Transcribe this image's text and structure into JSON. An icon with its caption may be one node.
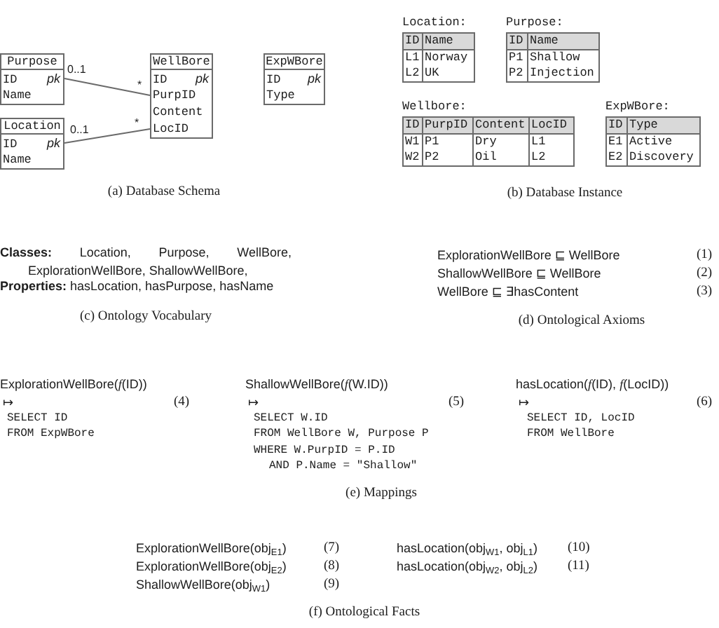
{
  "diagram": {
    "nodes": [
      {
        "text": [
          "Purpose",
          "ID",
          "pk",
          "Name"
        ]
      },
      {
        "text": [
          "WellBore",
          "ID",
          "pk",
          "PurpID",
          "Content",
          "LocID"
        ]
      },
      {
        "text": [
          "ExpWBore",
          "ID",
          "pk",
          "Type"
        ]
      },
      {
        "text": [
          "Location",
          "ID",
          "pk",
          "Name"
        ]
      },
      {
        "text": [
          "Location:",
          "ID",
          "Name",
          "L1",
          "Norway",
          "L2",
          "UK"
        ]
      },
      {
        "text": [
          "Purpose:",
          "ID",
          "Name",
          "P1",
          "Shallow",
          "P2",
          "Injection"
        ]
      },
      {
        "text": [
          "Wellbore:",
          "ID",
          "PurpID",
          "Content",
          "LocID",
          "W1",
          "P1",
          "Dry",
          "L1",
          "W2",
          "P2",
          "Oil",
          "L2"
        ]
      },
      {
        "text": [
          "ExpWBore:",
          "ID",
          "Type",
          "E1",
          "Active",
          "E2",
          "Discovery"
        ]
      }
    ],
    "edges": [
      {
        "from": 0,
        "to": 1,
        "arrow": "none"
      },
      {
        "from": 3,
        "to": 1,
        "arrow": "none"
      }
    ],
    "labels": [
      "0..1",
      "*",
      "0..1",
      "*",
      "(a) Database Schema",
      "(b) Database Instance",
      "**Classes:** Location, Purpose, WellBore, ExplorationWellBore, ShallowWellBore,",
      "**Properties:** hasLocation, hasPurpose, hasName",
      "(c) Ontology Vocabulary",
      "ExplorationWellBore ⊑ WellBore",
      "(1)",
      "ShallowWellBore ⊑ WellBore",
      "(2)",
      "WellBore ⊑ ∃hasContent",
      "(3)",
      "(d) Ontological Axioms",
      "ExplorationWellBore(*f*(ID))",
      "↦",
      "(4)",
      "SELECT ID",
      "FROM ExpWBore",
      "ShallowWellBore(*f*(W.ID))",
      "↦",
      "(5)",
      "SELECT W.ID",
      "FROM WellBore W, Purpose P",
      "WHERE W.PurpID = P.ID",
      "AND P.Name = \"Shallow\"",
      "hasLocation(*f*(ID), *f*(LocID))",
      "↦",
      "(6)",
      "SELECT ID, LocID",
      "FROM WellBore",
      "(e) Mappings",
      "ExplorationWellBore(obj$_{E1}$)",
      "(7)",
      "hasLocation(obj$_{W1}$, obj$_{L1}$)",
      "(10)",
      "ExplorationWellBore(obj$_{E2}$)",
      "(8)",
      "hasLocation(obj$_{W2}$, obj$_{L2}$)",
      "(11)",
      "ShallowWellBore(obj$_{W1}$)",
      "(9)",
      "(f) Ontological Facts"
    ]
  }
}
